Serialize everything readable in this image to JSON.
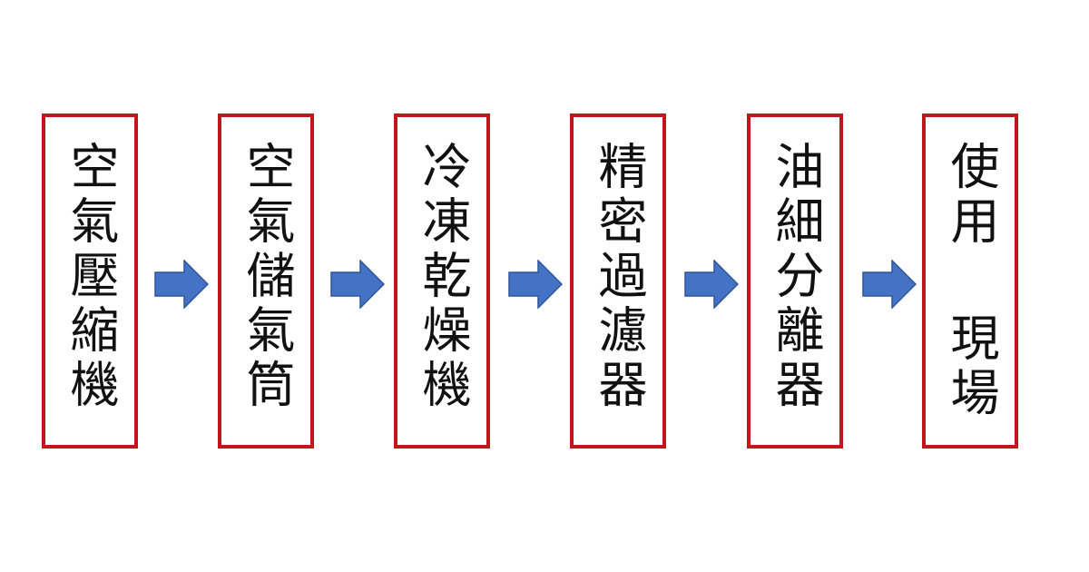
{
  "diagram": {
    "steps": [
      {
        "label": "空氣壓縮機"
      },
      {
        "label": "空氣儲氣筒"
      },
      {
        "label": "冷凍乾燥機"
      },
      {
        "label": "精密過濾器"
      },
      {
        "label": "油細分離器"
      },
      {
        "label": "使用 現場"
      }
    ],
    "colors": {
      "box_border": "#c0161c",
      "arrow_fill": "#4472c4",
      "arrow_stroke": "#2f5597",
      "text": "#111111"
    },
    "arrow_icon": "right-arrow-icon"
  }
}
